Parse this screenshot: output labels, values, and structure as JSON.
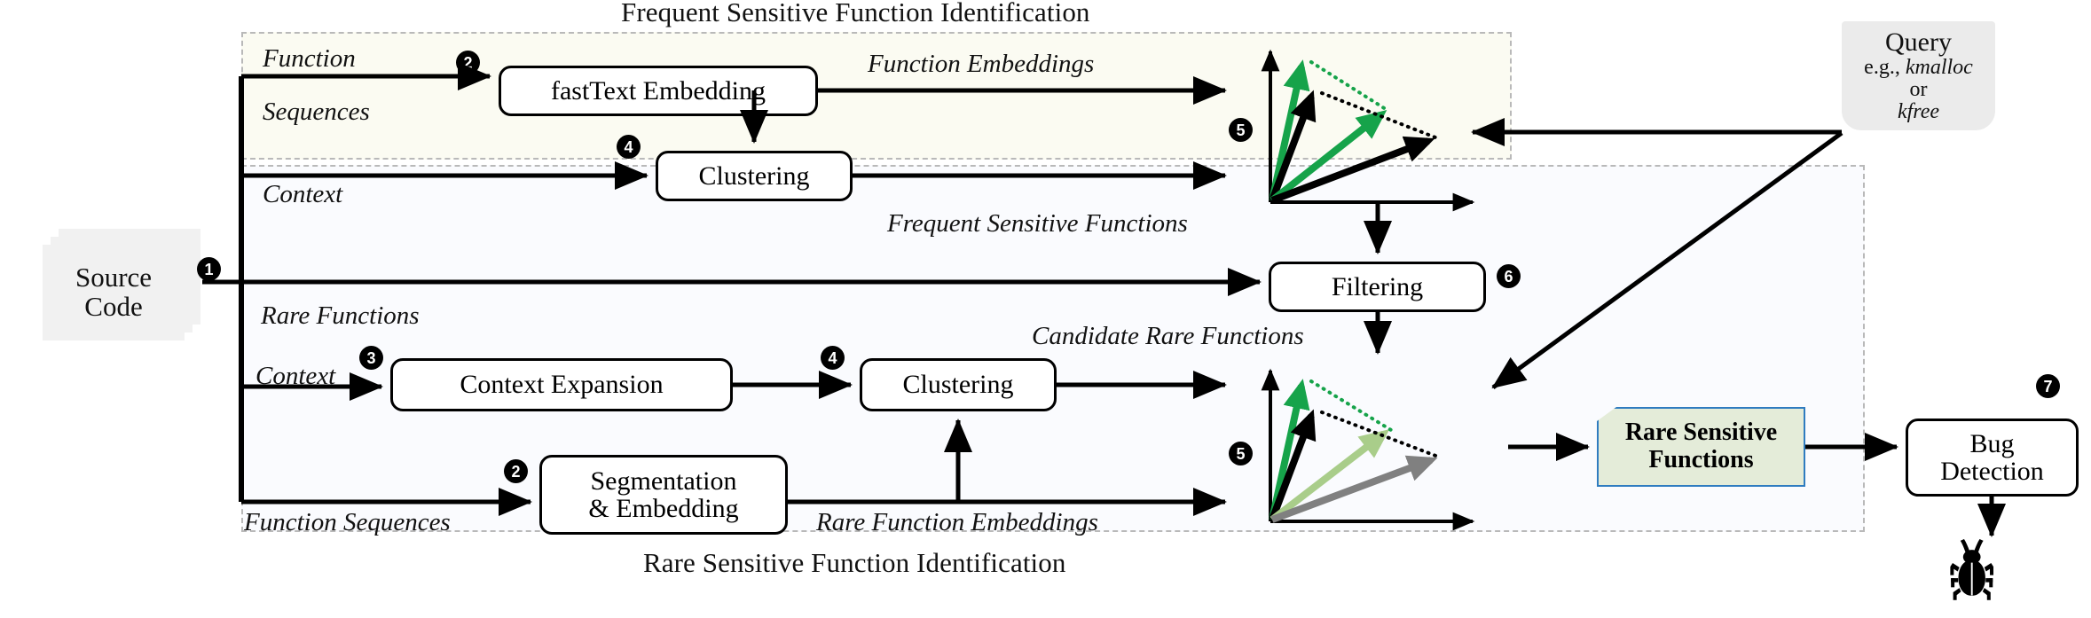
{
  "regions": {
    "frequent": {
      "title": "Frequent Sensitive Function Identification"
    },
    "rare": {
      "title": "Rare Sensitive Function Identification"
    }
  },
  "source": {
    "line1": "Source",
    "line2": "Code"
  },
  "query": {
    "title": "Query",
    "eg": "e.g., kmalloc",
    "eg_prefix": "e.g.,",
    "eg_fn": "kmalloc",
    "or": "or",
    "fn2": "kfree"
  },
  "boxes": {
    "fasttext": "fastText Embedding",
    "clustering_top": "Clustering",
    "filtering": "Filtering",
    "context_expansion": "Context Expansion",
    "clustering_bottom": "Clustering",
    "segmentation_1": "Segmentation",
    "segmentation_2": "& Embedding",
    "bug_1": "Bug",
    "bug_2": "Detection"
  },
  "callout": {
    "line1": "Rare Sensitive",
    "line2": "Functions"
  },
  "edge_labels": {
    "function": "Function",
    "sequences": "Sequences",
    "context_top": "Context",
    "function_embeddings": "Function Embeddings",
    "frequent_sensitive_functions": "Frequent Sensitive Functions",
    "rare_functions": "Rare Functions",
    "context_bottom": "Context",
    "candidate_rare_functions": "Candidate Rare Functions",
    "function_sequences": "Function Sequences",
    "rare_function_embeddings": "Rare Function Embeddings"
  },
  "steps": {
    "s1": "1",
    "s2a": "2",
    "s3": "3",
    "s4a": "4",
    "s4b": "4",
    "s2b": "2",
    "s5a": "5",
    "s5b": "5",
    "s6": "6",
    "s7": "7"
  },
  "colors": {
    "green": "#16a34a",
    "green_dark": "#0f9d45",
    "green_light": "#a9cd8a",
    "gray_vector": "#808080",
    "black": "#000000",
    "callout_fill": "#e4ecd9",
    "callout_border": "#2f7cc0",
    "region_frequent_bg": "#fbfbf2",
    "region_rare_bg": "#fafbfe",
    "query_bg": "#ebebeb",
    "doc_bg": "#f1f1f1"
  },
  "icons": {
    "bug": "bug-icon"
  },
  "chart_data": [
    {
      "type": "vector",
      "name": "frequent-embedding-space",
      "axes": {
        "x": true,
        "y": true
      },
      "vectors": [
        {
          "color": "#16a34a",
          "angle_deg": 76,
          "length": 95,
          "style": "solid"
        },
        {
          "color": "#000000",
          "angle_deg": 68,
          "length": 72,
          "style": "solid"
        },
        {
          "color": "#16a34a",
          "angle_deg": 33,
          "length": 128,
          "style": "solid"
        },
        {
          "color": "#000000",
          "angle_deg": 22,
          "length": 140,
          "style": "solid"
        }
      ],
      "connectors": [
        {
          "color": "#16a34a",
          "style": "dotted"
        },
        {
          "color": "#000000",
          "style": "dotted"
        }
      ]
    },
    {
      "type": "vector",
      "name": "rare-embedding-space",
      "axes": {
        "x": true,
        "y": true
      },
      "vectors": [
        {
          "color": "#16a34a",
          "angle_deg": 76,
          "length": 100,
          "style": "solid"
        },
        {
          "color": "#000000",
          "angle_deg": 68,
          "length": 76,
          "style": "solid"
        },
        {
          "color": "#a9cd8a",
          "angle_deg": 36,
          "length": 132,
          "style": "solid"
        },
        {
          "color": "#808080",
          "angle_deg": 24,
          "length": 145,
          "style": "solid"
        }
      ],
      "connectors": [
        {
          "color": "#16a34a",
          "style": "dotted"
        },
        {
          "color": "#000000",
          "style": "dotted"
        }
      ]
    }
  ]
}
